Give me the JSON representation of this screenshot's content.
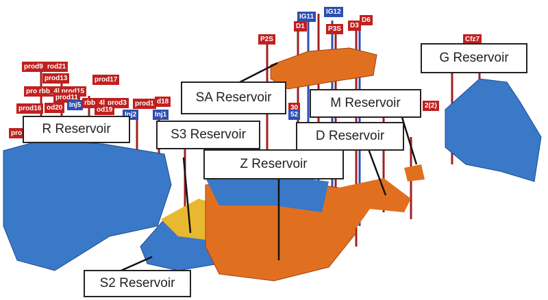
{
  "reservoirs": {
    "r": "R Reservoir",
    "s3": "S3 Reservoir",
    "sa": "SA Reservoir",
    "z": "Z Reservoir",
    "m": "M Reservoir",
    "d": "D Reservoir",
    "g": "G Reservoir",
    "s2": "S2 Reservoir"
  },
  "wells": {
    "prod9": "prod9",
    "prod21": "rod21",
    "prod13": "prod13",
    "prod15": "pro rbb_4l prod15",
    "prod11": "prod11",
    "prod16": "prod16",
    "prod20": "od20",
    "inj5": "Inj5",
    "rbb": "rbb_4l",
    "prod3": "prod3",
    "prod17": "prod17",
    "prod19": "od19",
    "prod1": "prod1",
    "d18": "d18",
    "inj2": "Inj2",
    "inj1": "Inj1",
    "p2s": "P2S",
    "ig11": "IG11",
    "d1": "D1",
    "ig12": "IG12",
    "p3s": "P3S",
    "d3": "D3",
    "d6": "D6",
    "pro": "pro",
    "w2": "2(2)",
    "w30": "30",
    "w52": "52",
    "cfz": "Cfz7"
  },
  "colors": {
    "well_red": "#c0201f",
    "well_blue": "#2d4fb0",
    "reservoir_blue": "#3a78c8",
    "reservoir_orange": "#e07020"
  }
}
